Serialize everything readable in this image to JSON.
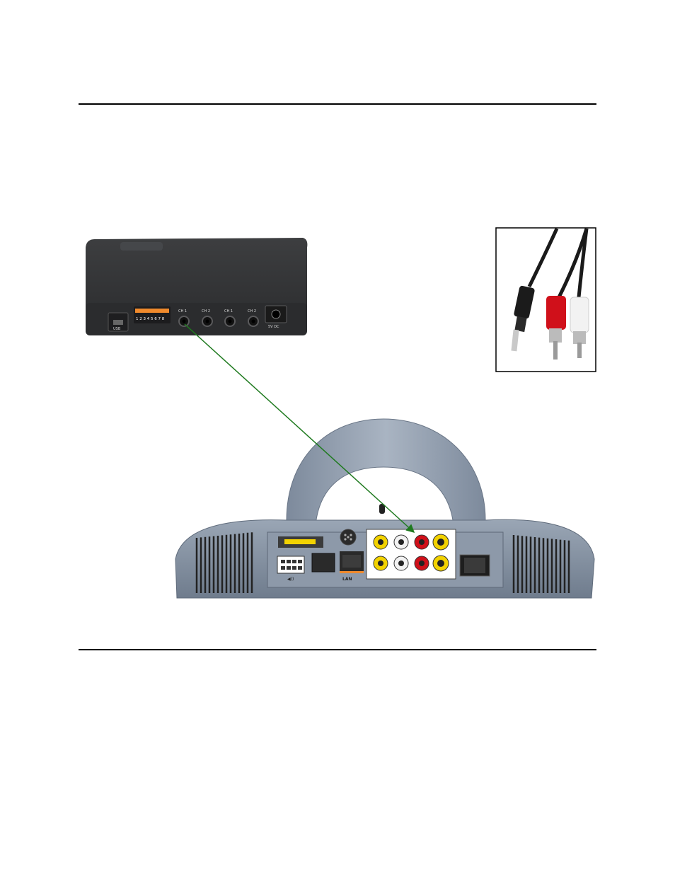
{
  "mixer": {
    "usb_label": "USB",
    "dip_numbers": "1 2 3 4 5 6 7 8",
    "channels": [
      "CH 1",
      "CH 2",
      "CH 1",
      "CH 2"
    ],
    "power_label": "5V DC"
  },
  "codec": {
    "lan_label": "LAN"
  },
  "colors": {
    "connection_line": "#1f7a1f",
    "rca_red": "#d0101a",
    "rca_white": "#f2f2f2",
    "rca_yellow": "#f2d200",
    "codec_body": "#8c98a8"
  }
}
